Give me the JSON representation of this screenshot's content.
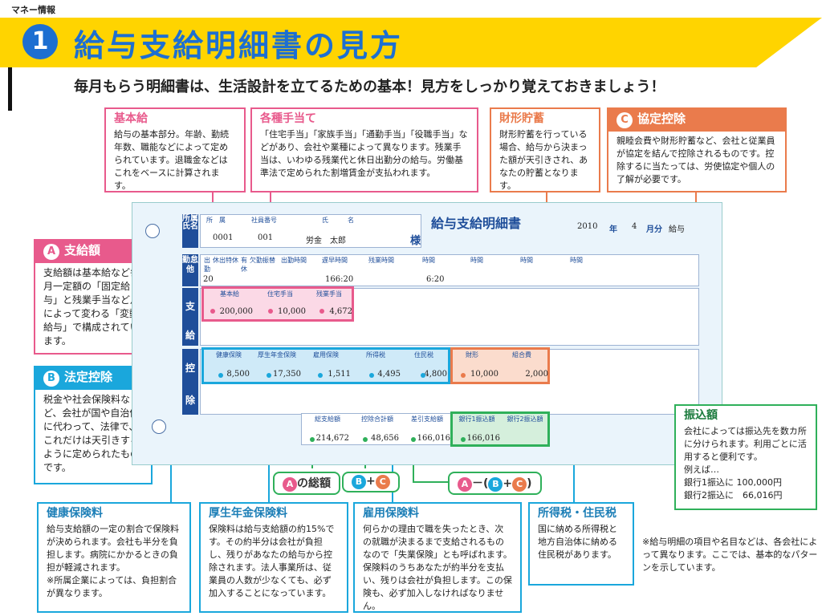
{
  "header": {
    "section": "マネー情報",
    "number": "1",
    "title": "給与支給明細書の見方",
    "subtitle": "毎月もらう明細書は、生活設計を立てるための基本！見方をしっかり覚えておきましょう！"
  },
  "boxes": {
    "kihonkyu": {
      "title": "基本給",
      "text": "給与の基本部分。年齢、勤続年数、職能などによって定められています。退職金などはこれをベースに計算されます。"
    },
    "teate": {
      "title": "各種手当て",
      "text": "「住宅手当」「家族手当」「通勤手当」「役職手当」などがあり、会社や業種によって異なります。残業手当は、いわゆる残業代と休日出勤分の給与。労働基準法で定められた割増賃金が支払われます。"
    },
    "zaikei": {
      "title": "財形貯蓄",
      "text": "財形貯蓄を行っている場合、給与から決まった額が天引きされ、あなたの貯蓄となります。"
    },
    "kyotei": {
      "badge": "C",
      "title": "協定控除",
      "text": "親睦会費や財形貯蓄など、会社と従業員が協定を結んで控除されるものです。控除するに当たっては、労使協定や個人の了解が必要です。"
    },
    "shikyu": {
      "badge": "A",
      "title": "支給額",
      "text": "支給額は基本給など毎月一定額の「固定給与」と残業手当など月によって変わる「変動給与」で構成されています。"
    },
    "hotei": {
      "badge": "B",
      "title": "法定控除",
      "text": "税金や社会保険料など、会社が国や自治体に代わって、法律で、これだけは天引きするように定められたものです。"
    },
    "furikomi": {
      "title": "振込額",
      "text": "会社によっては振込先を数カ所に分けられます。利用ごとに活用すると便利です。",
      "example": "例えば…",
      "line1": "銀行1振込に 100,000円",
      "line2": "銀行2振込に　66,016円"
    },
    "kenko": {
      "title": "健康保険料",
      "text": "給与支給額の一定の割合で保険料が決められます。会社も半分を負担します。病院にかかるときの負担が軽減されます。",
      "note": "※所属企業によっては、負担割合が異なります。"
    },
    "kosei": {
      "title": "厚生年金保険料",
      "text": "保険料は給与支給額の約15%です。その約半分は会社が負担し、残りがあなたの給与から控除されます。法人事業所は、従業員の人数が少なくても、必ず加入することになっています。"
    },
    "koyo": {
      "title": "雇用保険料",
      "text": "何らかの理由で職を失ったとき、次の就職が決まるまで支給されるものなので「失業保険」とも呼ばれます。保険料のうちあなたが約半分を支払い、残りは会社が負担します。この保険も、必ず加入しなければなりません。"
    },
    "shotoku": {
      "title": "所得税・住民税",
      "text": "国に納める所得税と地方自治体に納める住民税があります。"
    }
  },
  "formulas": {
    "f1": {
      "a": "A",
      "rest": "の総額"
    },
    "f2": {
      "b": "B",
      "op": "+",
      "c": "C"
    },
    "f3": {
      "a": "A",
      "op1": "－(",
      "b": "B",
      "op2": "+",
      "c": "C",
      "close": ")"
    }
  },
  "slip": {
    "title": "給与支給明細書",
    "year": "2010",
    "year_unit": "年",
    "month": "4",
    "month_unit": "月分",
    "kind": "給与",
    "side_name": "所属氏名",
    "side_kinmu": "勤怠他",
    "side_shikyu1": "支",
    "side_shikyu2": "給",
    "side_kojo1": "控",
    "side_kojo2": "除",
    "h_shozoku": "所　属",
    "h_shain": "社員番号",
    "h_shimei": "氏　　　名",
    "v_shozoku": "0001",
    "v_shain": "001",
    "v_name": "労金　太郎",
    "v_sama": "様",
    "attend_headers": [
      "出勤",
      "休出",
      "特休",
      "有休",
      "欠勤",
      "振替",
      "出勤時間",
      "遅早時間",
      "残業時間",
      "時間",
      "時間",
      "時間",
      "時間"
    ],
    "v_shukkin": "20",
    "v_time": "166:20",
    "v_zangyo": "6:20",
    "pay_headers": [
      "基本給",
      "住宅手当",
      "残業手当"
    ],
    "pay_values": [
      "200,000",
      "10,000",
      "4,672"
    ],
    "ded_headers": [
      "健康保険",
      "厚生年金保険",
      "雇用保険",
      "所得税",
      "住民税",
      "財形",
      "組合費"
    ],
    "ded_values": [
      "8,500",
      "17,350",
      "1,511",
      "4,495",
      "4,800",
      "10,000",
      "2,000"
    ],
    "sum_headers": [
      "総支給額",
      "控除合計額",
      "差引支給額",
      "銀行1振込額",
      "銀行2振込額"
    ],
    "sum_values": [
      "214,672",
      "48,656",
      "166,016",
      "166,016"
    ]
  },
  "footnote": "※給与明細の項目や名目などは、各会社によって異なります。ここでは、基本的なパターンを示しています。",
  "colors": {
    "pink": "#e85a8c",
    "orange": "#ea7b4c",
    "cyan": "#1aa7dc",
    "green": "#2fb05a",
    "navy": "#1f4e9a",
    "yellow": "#ffd400"
  }
}
